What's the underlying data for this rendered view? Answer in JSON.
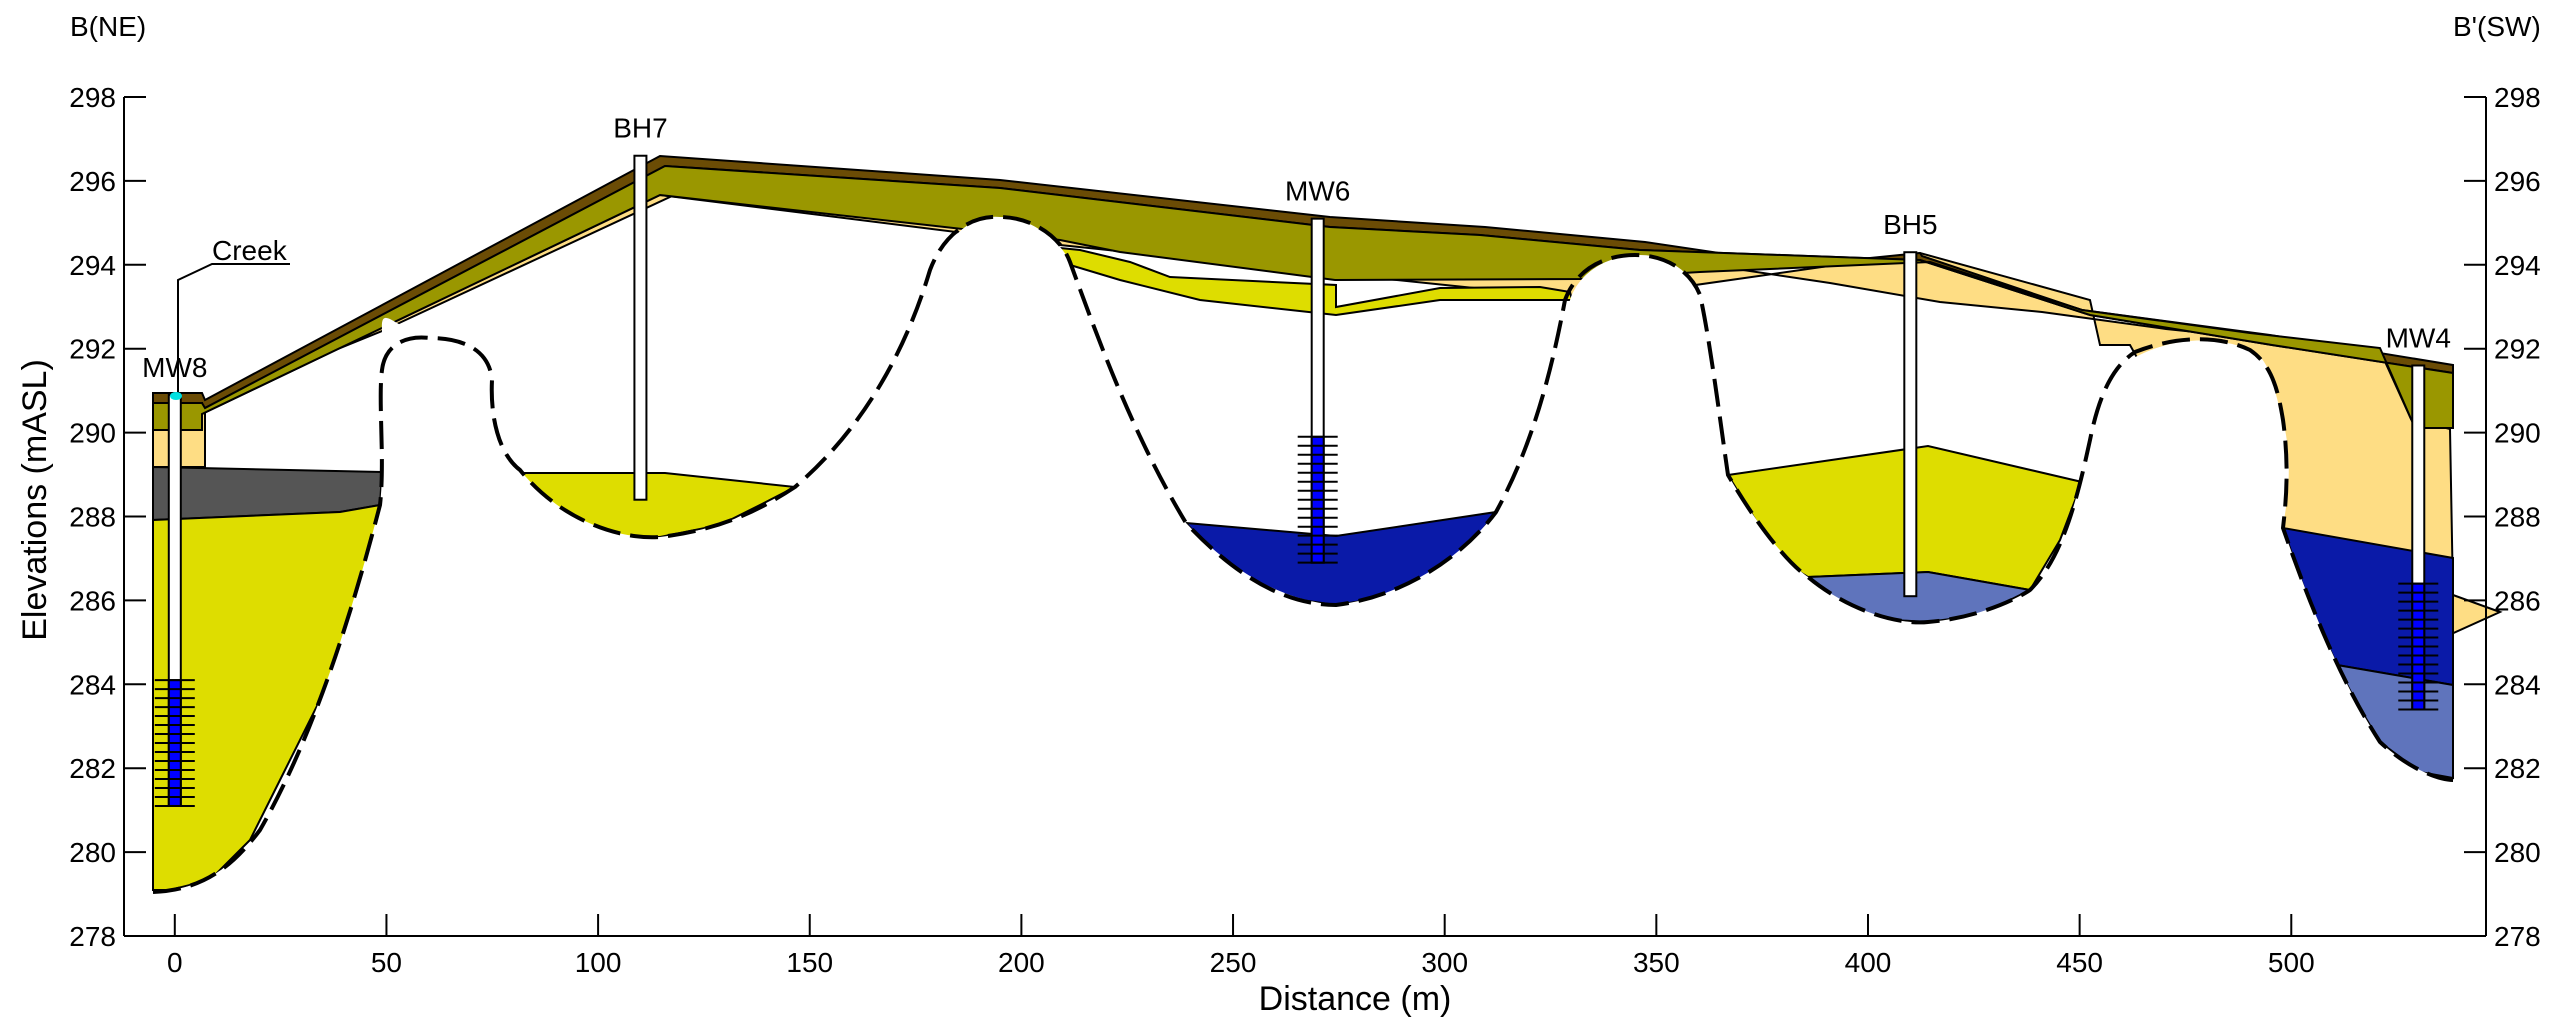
{
  "corner_labels": {
    "left": "B(NE)",
    "right": "B'(SW)"
  },
  "axes": {
    "xlabel": "Distance (m)",
    "ylabel": "Elevations (mASL)",
    "xlim": [
      -12,
      546
    ],
    "ylim": [
      278,
      298
    ],
    "xticks": [
      "0",
      "50",
      "100",
      "150",
      "200",
      "250",
      "300",
      "350",
      "400",
      "450",
      "500"
    ],
    "yticks": [
      "278",
      "280",
      "282",
      "284",
      "286",
      "288",
      "290",
      "292",
      "294",
      "296",
      "298"
    ]
  },
  "wells": [
    {
      "name": "MW8",
      "x": 0,
      "top": 290.9,
      "bottom": 281.1,
      "screen": [
        281.1,
        284.1
      ]
    },
    {
      "name": "BH7",
      "x": 110,
      "top": 296.6,
      "bottom": 288.4,
      "screen": null
    },
    {
      "name": "MW6",
      "x": 270,
      "top": 295.1,
      "bottom": 286.9,
      "screen": [
        286.9,
        289.9
      ]
    },
    {
      "name": "BH5",
      "x": 410,
      "top": 294.3,
      "bottom": 286.1,
      "screen": null
    },
    {
      "name": "MW4",
      "x": 530,
      "top": 291.6,
      "bottom": 283.4,
      "screen": [
        283.4,
        286.4
      ]
    }
  ],
  "creek": {
    "label": "Creek",
    "x": -7,
    "elevation": 290.8
  },
  "colors": {
    "topsoil": "#6b4c05",
    "olive_layer": "#9a9700",
    "sand_light": "#fedd84",
    "yellow_layer": "#dedd00",
    "grey_layer": "#555555",
    "blue_dark": "#0a1aa8",
    "blue_light": "#5f74bc",
    "screen_blue": "#0000ff",
    "creek_water": "#00e0e0"
  }
}
